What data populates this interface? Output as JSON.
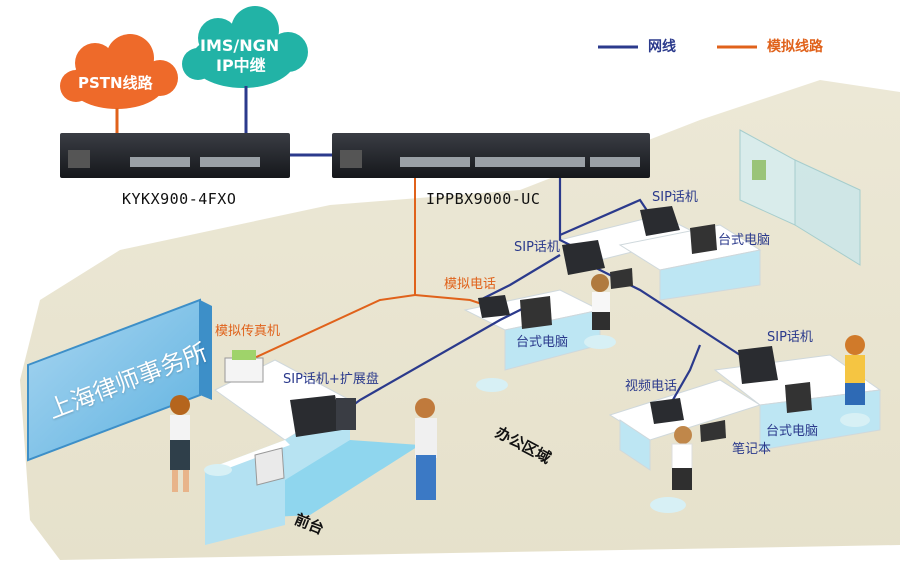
{
  "clouds": {
    "pstn": "PSTN线路",
    "ims_line1": "IMS/NGN",
    "ims_line2": "IP中继"
  },
  "devices": {
    "gateway": "KYKX900-4FXO",
    "ippbx": "IPPBX9000-UC"
  },
  "legend": {
    "network": "网线",
    "analog": "模拟线路"
  },
  "labels": {
    "sip_phone_top": "SIP话机",
    "sip_phone_mid": "SIP话机",
    "desktop_top": "台式电脑",
    "analog_phone": "模拟电话",
    "desktop_mid": "台式电脑",
    "analog_fax": "模拟传真机",
    "sip_ext": "SIP话机+扩展盘",
    "sip_phone_right": "SIP话机",
    "video_phone": "视频电话",
    "desktop_right": "台式电脑",
    "laptop": "笔记本",
    "office_area": "办公区域",
    "front_desk": "前台",
    "company_sign": "上海律师事务所"
  },
  "colors": {
    "network_line": "#2b3a8c",
    "analog_line": "#e0621b",
    "pstn_cloud": "#ee6a2a",
    "ims_cloud": "#22b3a6"
  }
}
